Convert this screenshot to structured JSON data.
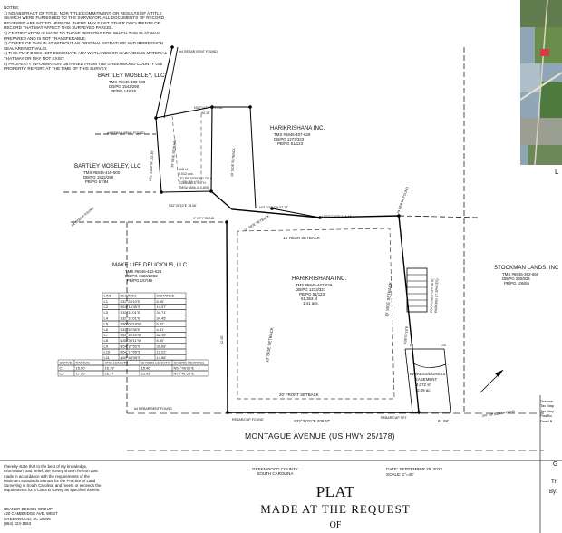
{
  "notes": [
    "NOTES:",
    "1) NO ABSTRACT OF TITLE, NOR TITLE COMMITMENT, OR RESULTS OF A TITLE SEARCH WERE FURNISHED TO THE SURVEYOR. ALL DOCUMENTS OF RECORD REVIEWED ARE NOTED HEREON. THERE MAY EXIST OTHER DOCUMENTS OF RECORD THAT MAY AFFECT THIS SURVEYED PARCEL.",
    "2) CERTIFICATION IS MADE TO THOSE PERSONS FOR WHICH THIS PLAT WAS PREPARED AND IS NOT TRANSFERABLE.",
    "3) COPIES OF THIS PLAT WITHOUT AN ORIGINAL SIGNATURE AND IMPRESSION SEAL ARE NOT VALID.",
    "4) THIS PLAT DOES NOT DESIGNATE ANY WETLANDS OR HAZARDOUS MATERIAL THAT MAY OR MAY NOT EXIST.",
    "5) PROPERTY INFORMATION OBTAINED FROM THE GREENWOOD COUNTY GIS PROPERTY REPORT AT THE TIME OF THIS SURVEY."
  ],
  "owners": {
    "moseley_top": {
      "name": "BARTLEY MOSELEY, LLC",
      "tms": "TMS #6846-409-508",
      "db": "DB/PG 1542/290",
      "pb": "PB/PG 148/36"
    },
    "moseley_mid": {
      "name": "BARTLEY MOSELEY, LLC",
      "tms": "TMS #6846-410-600",
      "db": "DB/PG 1542/290",
      "pb": "PB/PG 67/84"
    },
    "hari_top": {
      "name": "HARIKRISHANA INC.",
      "tms": "TMS #6846-407-629",
      "db": "DB/PG 1273/323",
      "pb": "PB/PG 51/123"
    },
    "make_life": {
      "name": "MAKE LIFE DELICIOUS, LLC",
      "tms": "TMS #6846-442-628",
      "db": "DB/PG 1826/2082",
      "pb": "PB/PG 157/46"
    },
    "hari_main": {
      "name": "HARIKRISHANA INC.",
      "tms": "TMS #6846-407-629",
      "db": "DB/PG 1273/323",
      "pb": "PB/PG 51/123",
      "area_sf": "61,363 sf",
      "area_ac": "1.41 acs."
    },
    "stockman": {
      "name": "STOCKMAN LANDS, INC",
      "tms": "TMS #6846-362-669",
      "db": "DB/PG 230/824",
      "pb": "PB/PG 106/85"
    }
  },
  "parcel_note": [
    "508 sf",
    "0.012 acs.",
    "(TO BE DEEDED TO &",
    "COMBINED WITH",
    "TMS# 6846-410-600)"
  ],
  "easement": [
    "INGRESS/EGRESS",
    "EASEMENT",
    "4,072 sf",
    "0.09 ac."
  ],
  "setbacks": {
    "front": "20' FRONT SETBACK",
    "rear": "15' REAR SETBACK",
    "side_left": "10' SIDE SETBACK",
    "side_right": "10' SIDE SETBACK",
    "side_small_a": "10' SIDE SETBACK",
    "side_small_b": "10' SIDE SETBACK",
    "side_small_c": "10' SIDE SETBACK"
  },
  "parking": [
    "PROPOSED OFF-SITE",
    "PARKING ( 7 SPACES)"
  ],
  "monuments": {
    "rebar_bent_1": "#4 REBAR BENT FOUND",
    "rebar_bent_2": "#4 REBAR BENT FOUND",
    "rebar_bent_3": "#4 REBAR FOUND",
    "rebar_bent_4": "#4 REBAR BENT FOUND",
    "rebar_cap_set": "REBAR/CAP SET",
    "rebar_cap_found": "REBAR/CAP FOUND",
    "op_found": "1\" OP FOUND",
    "op_bent": "3/4\" OP BENT FOUND",
    "rebar_found": "#4 REBAR FOUND"
  },
  "bearings": {
    "top_short": "N34°14'01\"W 97.06'",
    "top_short2": "94.18'",
    "mid_a": "N21°13'04\"W 97.77'",
    "mid_b": "N35°07'47\"E 124.44'",
    "cutoff": "S32°26'10\"E 78.06'",
    "west_upper": "N52°31'08\"W 122.35'",
    "east_main": "N38°51'16\"E",
    "south": "S32°31'01\"E 208.67'",
    "south_right": "91.59'",
    "west_main": "22.45'"
  },
  "line_table": {
    "headers": [
      "LINE",
      "BEARING",
      "DISTANCE"
    ],
    "rows": [
      [
        "L1",
        "S32°28'10\"E",
        "5.55'"
      ],
      [
        "L2",
        "N54°13'45\"E",
        "14.97'"
      ],
      [
        "L3",
        "S32°31'01\"E",
        "34.71'"
      ],
      [
        "L4",
        "S32°31'01\"E",
        "34.45'"
      ],
      [
        "L5",
        "S56°08'18\"W",
        "6.62'"
      ],
      [
        "L6",
        "S32°32'36\"E",
        "4.31'"
      ],
      [
        "L7",
        "S54°10'15\"W",
        "42.15'"
      ],
      [
        "L8",
        "N30°39'11\"W",
        "6.60'"
      ],
      [
        "L9",
        "N54°37'52\"E",
        "31.68'"
      ],
      [
        "L10",
        "N54°17'05\"E",
        "12.22'"
      ],
      [
        "L11",
        "N50°48'05\"E",
        "14.56'"
      ]
    ]
  },
  "curve_table": {
    "headers": [
      "CURVE",
      "RADIUS",
      "ARC LENGTH",
      "CHORD LENGTH",
      "CHORD BEARING"
    ],
    "rows": [
      [
        "C1",
        "15.50'",
        "16.19'",
        "15.46'",
        "N51°49'36\"E"
      ],
      [
        "C2",
        "17.50'",
        "26.77'",
        "23.93'",
        "N78°41'53\"E"
      ]
    ]
  },
  "road": "MONTAGUE AVENUE (US HWY 25/178)",
  "certification": "I hereby state that to the best of my knowledge, information, and belief, the survey shown hereon was made in accordance with the requirements of the Minimum Standards Manual for the Practice of Land Surveying in South Carolina, and meets or exceeds the requirements for a Class B survey as specified therein.",
  "firm": [
    "HEANER DESIGN GROUP",
    "420 CAMBRIDGE AVE. WEST",
    "GREENWOOD, SC 29646",
    "(864) 223-1553"
  ],
  "county": [
    "GREENWOOD COUNTY",
    "SOUTH CAROLINA"
  ],
  "date": "DATE: SEPTEMBER 28, 2023",
  "scale": "SCALE: 1\"=40'",
  "title": "PLAT",
  "subtitle": "MADE AT THE REQUEST",
  "of": "OF",
  "right_cut": [
    "Greenw",
    "Tax Map",
    "Tax Map",
    "Plat Bo",
    "Deed B"
  ],
  "aerial_letter": "L",
  "corner_letter_a": "G",
  "corner_letter_b": "Th",
  "corner_letter_c": "By:"
}
